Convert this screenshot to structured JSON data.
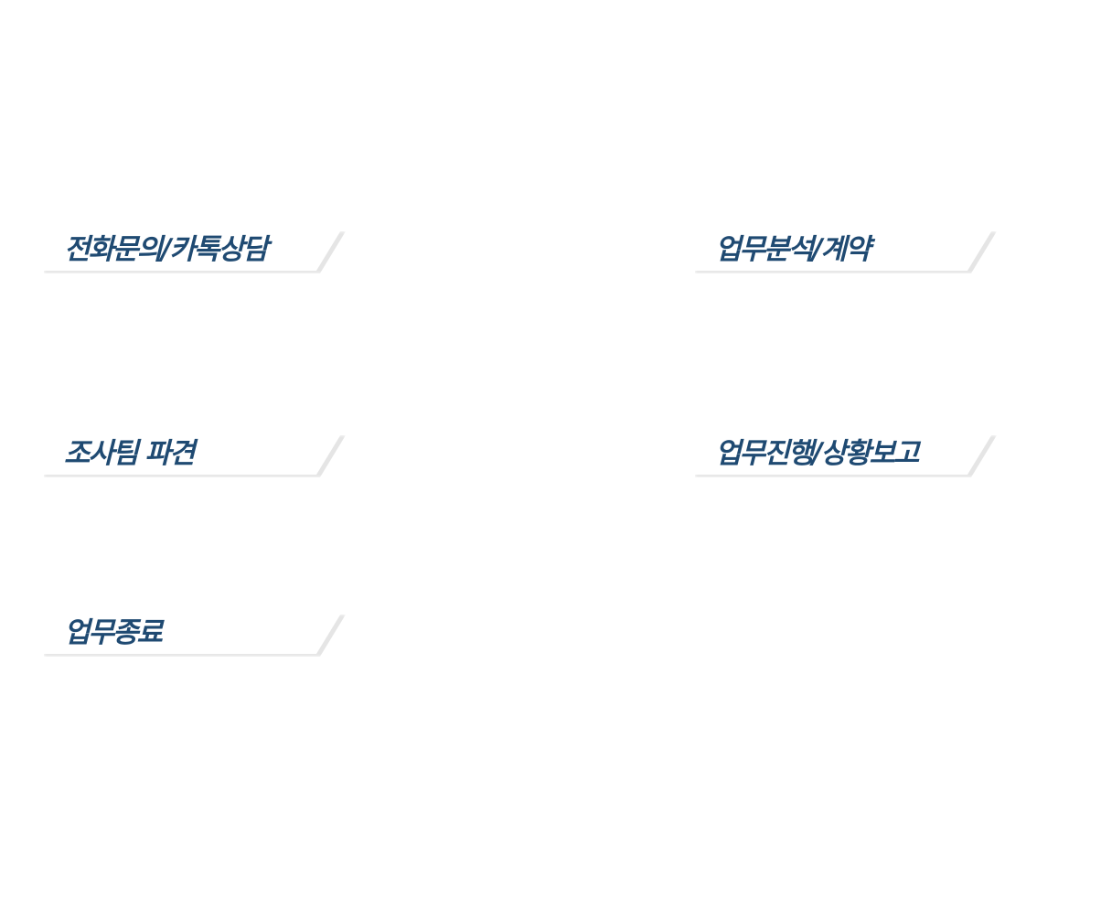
{
  "steps": [
    {
      "label": "전화문의/카톡상담"
    },
    {
      "label": "업무분석/계약"
    },
    {
      "label": "조사팀 파견"
    },
    {
      "label": "업무진행/상황보고"
    },
    {
      "label": "업무종료"
    }
  ],
  "colors": {
    "label_text": "#1f4a72",
    "tab_background": "#ffffff",
    "page_background": "#ffffff"
  }
}
